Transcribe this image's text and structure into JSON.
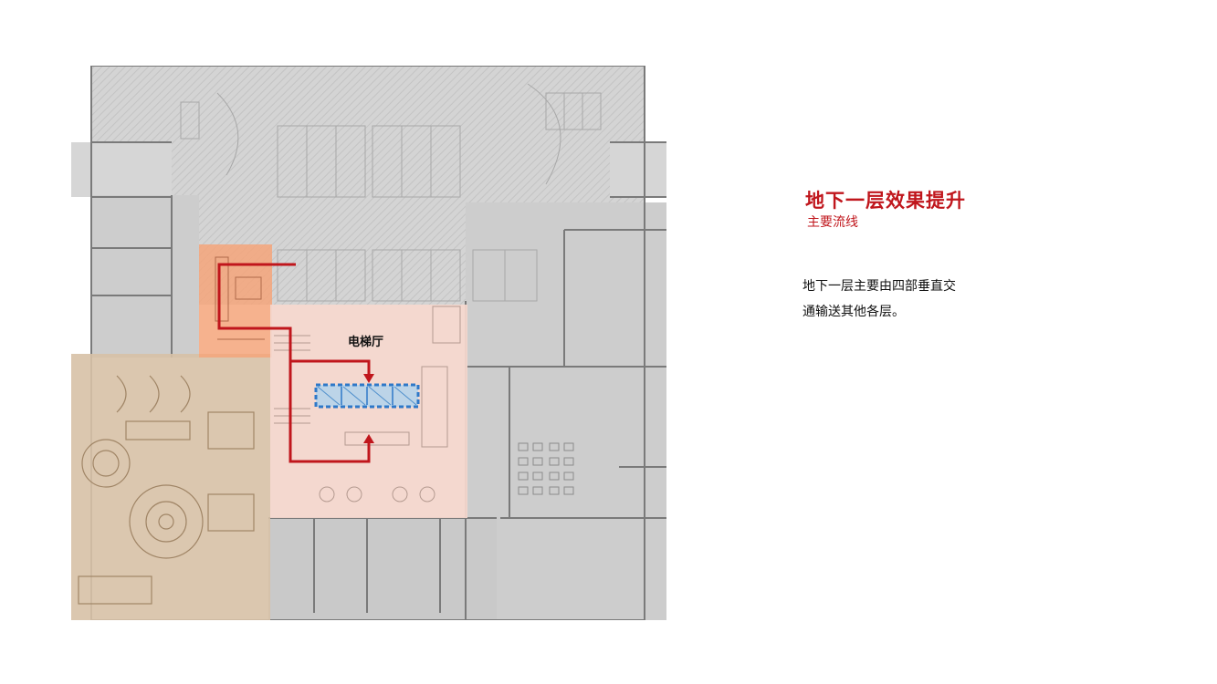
{
  "slide": {
    "title": "地下一层效果提升",
    "subtitle": "主要流线",
    "description_lines": [
      "地下一层主要由四部垂直交",
      "通输送其他各层。"
    ]
  },
  "floor_plan": {
    "hall_label": "电梯厅",
    "icons": {
      "route": "red-arrow-route",
      "elevators": "elevator-bank-icon"
    }
  },
  "colors": {
    "accent_red": "#c0161c",
    "route_red": "#c0161c",
    "highlight_orange": "#f4a47a",
    "highlight_pink": "#f3d6cc",
    "highlight_tan": "#d7c1a6",
    "elevator_blue": "#2e78c8",
    "plan_gray": "#cfcfcf"
  }
}
